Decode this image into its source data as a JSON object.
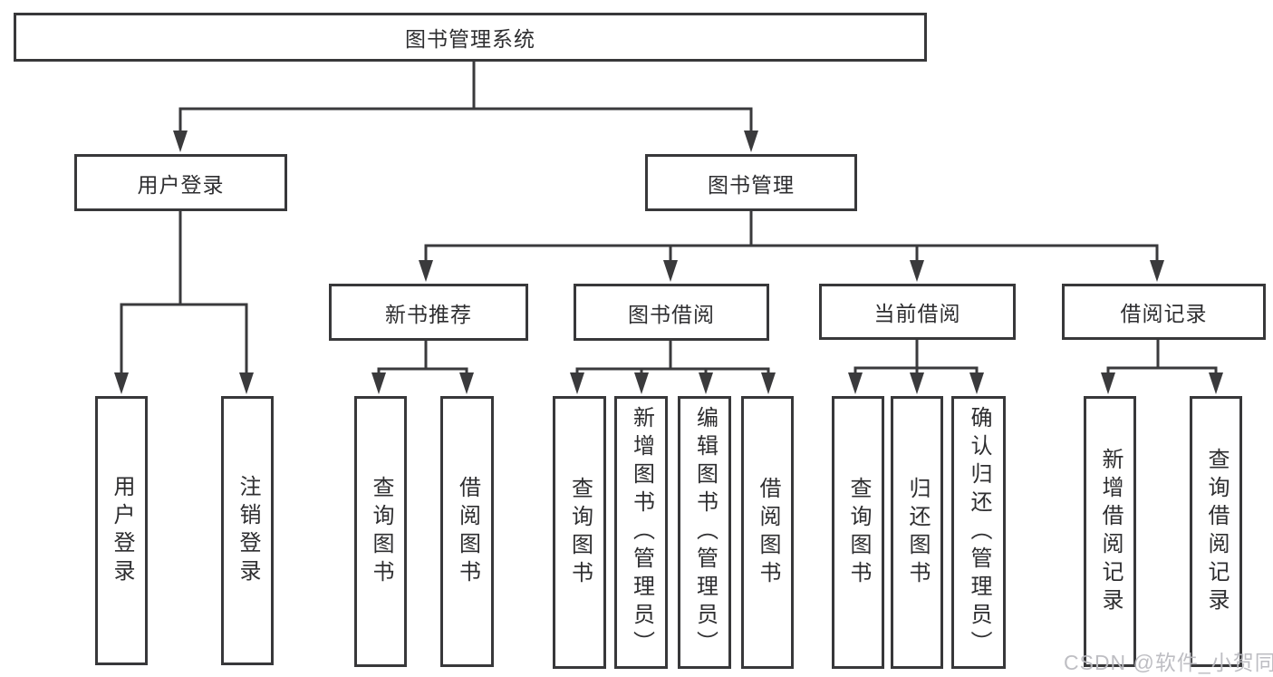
{
  "diagram_title": "图书管理系统",
  "watermark": "CSDN @软件_小贺同学",
  "colors": {
    "line": "#3a3a3c",
    "border": "#38383a",
    "text": "#2e2e30",
    "watermark": "#babac0",
    "background": "#ffffff"
  },
  "root": {
    "label": "图书管理系统"
  },
  "branches": [
    {
      "label": "用户登录",
      "children": [
        {
          "label": "用户登录"
        },
        {
          "label": "注销登录"
        }
      ]
    },
    {
      "label": "图书管理",
      "children": [
        {
          "label": "新书推荐",
          "children": [
            {
              "label": "查询图书"
            },
            {
              "label": "借阅图书"
            }
          ]
        },
        {
          "label": "图书借阅",
          "children": [
            {
              "label": "查询图书"
            },
            {
              "label": "新增图书（管理员）"
            },
            {
              "label": "编辑图书（管理员）"
            },
            {
              "label": "借阅图书"
            }
          ]
        },
        {
          "label": "当前借阅",
          "children": [
            {
              "label": "查询图书"
            },
            {
              "label": "归还图书"
            },
            {
              "label": "确认归还（管理员）"
            }
          ]
        },
        {
          "label": "借阅记录",
          "children": [
            {
              "label": "新增借阅记录"
            },
            {
              "label": "查询借阅记录"
            }
          ]
        }
      ]
    }
  ]
}
